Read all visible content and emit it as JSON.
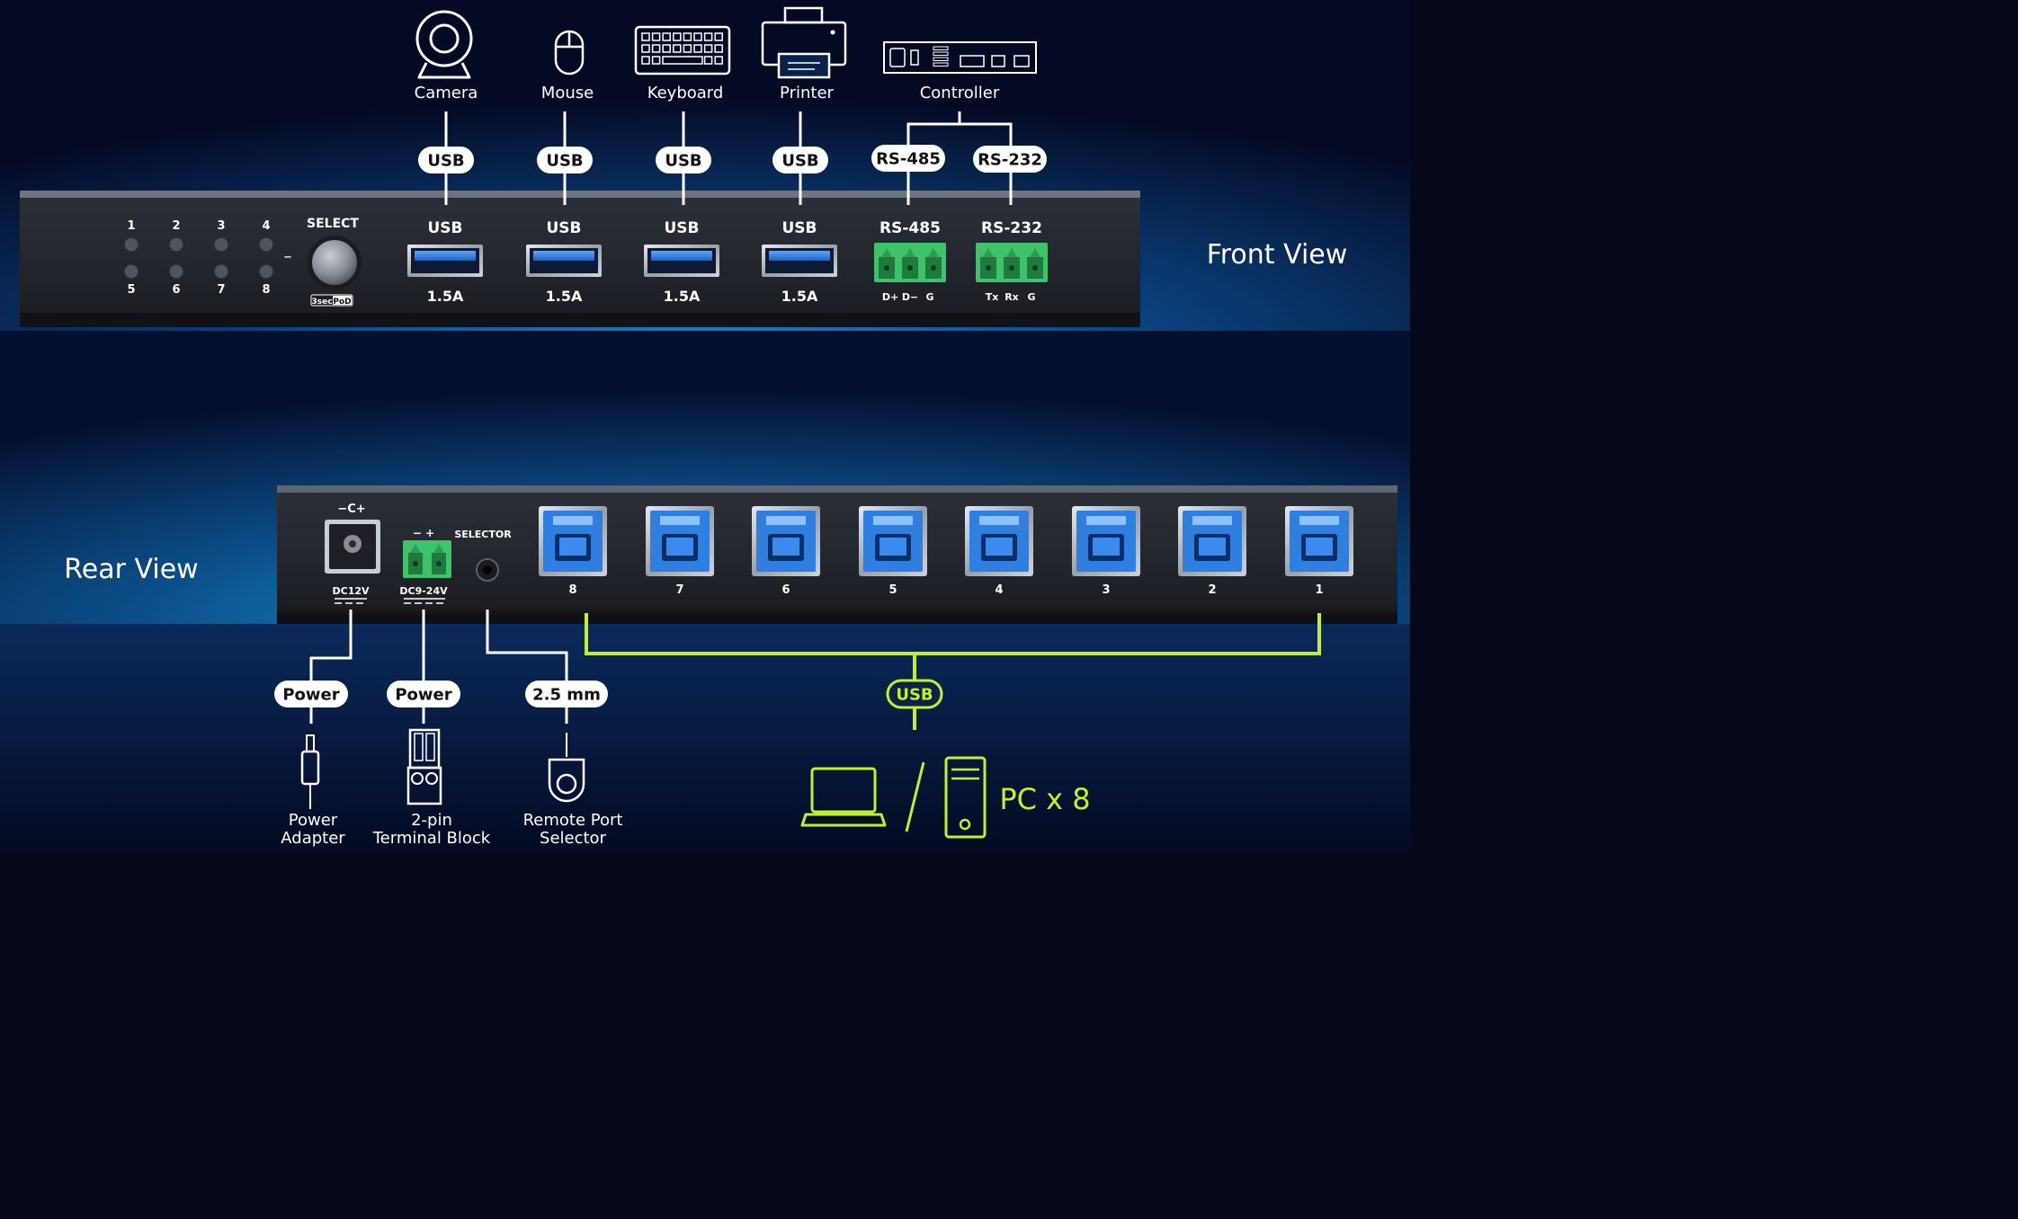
{
  "colors": {
    "accent_green": "#c3f02a",
    "usb_blue": "#2f7fe0",
    "terminal_green": "#3ec26a",
    "line_white": "#ffffff"
  },
  "front": {
    "view_label": "Front View",
    "devices": [
      {
        "label": "Camera",
        "icon": "camera-icon",
        "badge": "USB"
      },
      {
        "label": "Mouse",
        "icon": "mouse-icon",
        "badge": "USB"
      },
      {
        "label": "Keyboard",
        "icon": "keyboard-icon",
        "badge": "USB"
      },
      {
        "label": "Printer",
        "icon": "printer-icon",
        "badge": "USB"
      }
    ],
    "controller": {
      "label": "Controller",
      "icon": "controller-icon",
      "badges": [
        "RS-485",
        "RS-232"
      ]
    },
    "leds_top": [
      "1",
      "2",
      "3",
      "4"
    ],
    "leds_bottom": [
      "5",
      "6",
      "7",
      "8"
    ],
    "select_label": "SELECT",
    "select_tag_a": "3sec",
    "select_tag_b": "PoD",
    "ports": [
      {
        "label": "USB",
        "sub": "1.5A"
      },
      {
        "label": "USB",
        "sub": "1.5A"
      },
      {
        "label": "USB",
        "sub": "1.5A"
      },
      {
        "label": "USB",
        "sub": "1.5A"
      }
    ],
    "serial": [
      {
        "label": "RS-485",
        "pins": [
          "D+",
          "D−",
          "G"
        ]
      },
      {
        "label": "RS-232",
        "pins": [
          "Tx",
          "Rx",
          "G"
        ]
      }
    ]
  },
  "rear": {
    "view_label": "Rear View",
    "dc_symbol": "−C+",
    "dc_label": "DC12V",
    "tb_polarity": "−  +",
    "tb_label": "DC9-24V",
    "selector_label": "SELECTOR",
    "usb_b_ports": [
      "8",
      "7",
      "6",
      "5",
      "4",
      "3",
      "2",
      "1"
    ],
    "bottom": [
      {
        "badge": "Power",
        "icon": "power-adapter-icon",
        "label_1": "Power",
        "label_2": "Adapter"
      },
      {
        "badge": "Power",
        "icon": "terminal-block-icon",
        "label_1": "2-pin",
        "label_2": "Terminal Block"
      },
      {
        "badge": "2.5 mm",
        "icon": "remote-selector-icon",
        "label_1": "Remote Port",
        "label_2": "Selector"
      }
    ],
    "usb_badge": "USB",
    "slash": "/",
    "pc_label": "PC x 8"
  }
}
